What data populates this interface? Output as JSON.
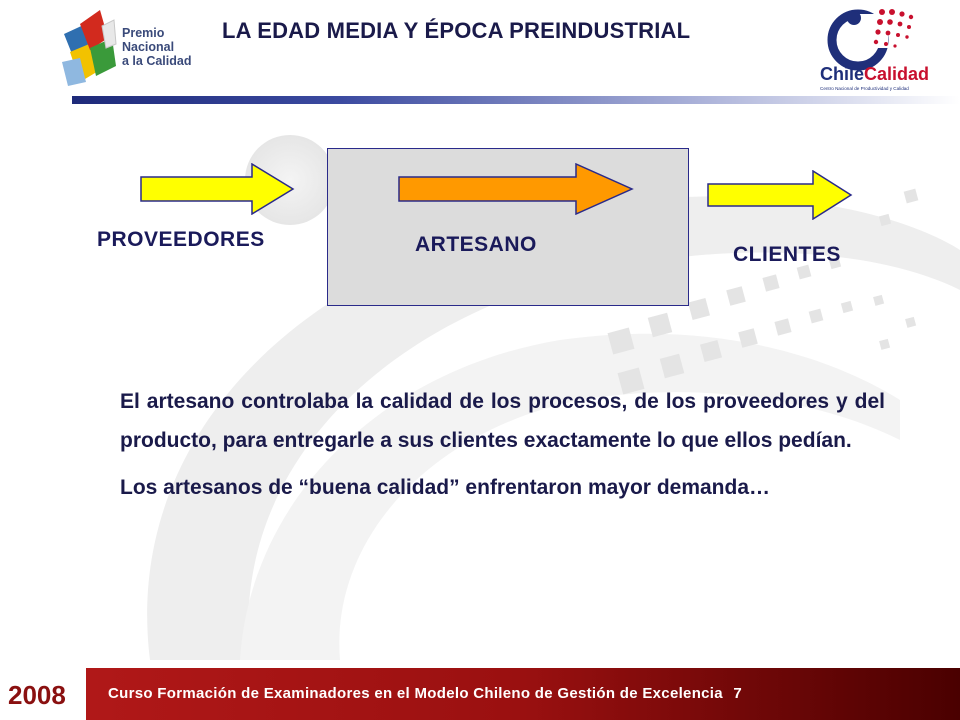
{
  "header": {
    "title": "LA EDAD MEDIA Y ÉPOCA PREINDUSTRIAL",
    "logo_left_lines": [
      "Premio",
      "Nacional",
      "a la Calidad"
    ],
    "logo_right_name_part1": "Chile",
    "logo_right_name_part2": "Calidad",
    "logo_right_tagline": "Centro Nacional de Productividad y Calidad"
  },
  "diagram": {
    "left_label": "PROVEEDORES",
    "center_label": "ARTESANO",
    "right_label": "CLIENTES",
    "colors": {
      "side_arrow_fill": "#ffff00",
      "center_arrow_fill": "#ff9900",
      "arrow_stroke": "#2a2a8a",
      "box_fill": "#dcdcdc"
    }
  },
  "body": {
    "paragraph1": "El artesano controlaba la calidad de los procesos, de los proveedores y del producto, para entregarle a sus clientes exactamente lo que ellos pedían.",
    "paragraph2": "Los artesanos de “buena calidad” enfrentaron mayor demanda…"
  },
  "footer": {
    "year": "2008",
    "course": "Curso Formación de Examinadores en el Modelo Chileno de Gestión de Excelencia",
    "page_number": "7"
  }
}
